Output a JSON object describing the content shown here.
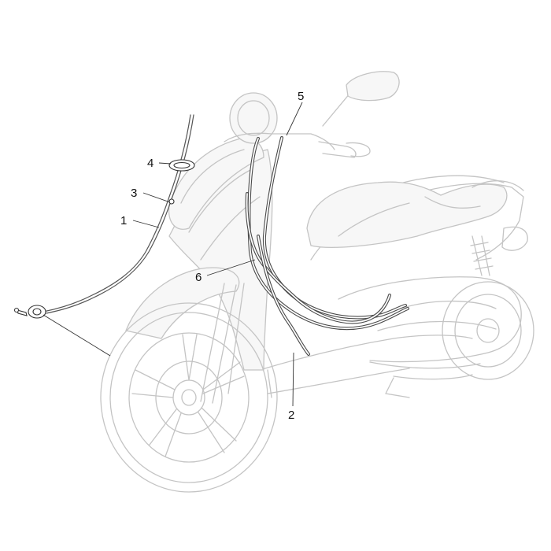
{
  "diagram": {
    "callouts": [
      {
        "id": "1",
        "label": "1"
      },
      {
        "id": "2",
        "label": "2"
      },
      {
        "id": "3",
        "label": "3"
      },
      {
        "id": "4",
        "label": "4"
      },
      {
        "id": "5",
        "label": "5"
      },
      {
        "id": "6",
        "label": "6"
      }
    ]
  },
  "colors": {
    "ghost_outline": "#c4c4c4",
    "cable": "#4a4a4a",
    "text": "#111111"
  }
}
